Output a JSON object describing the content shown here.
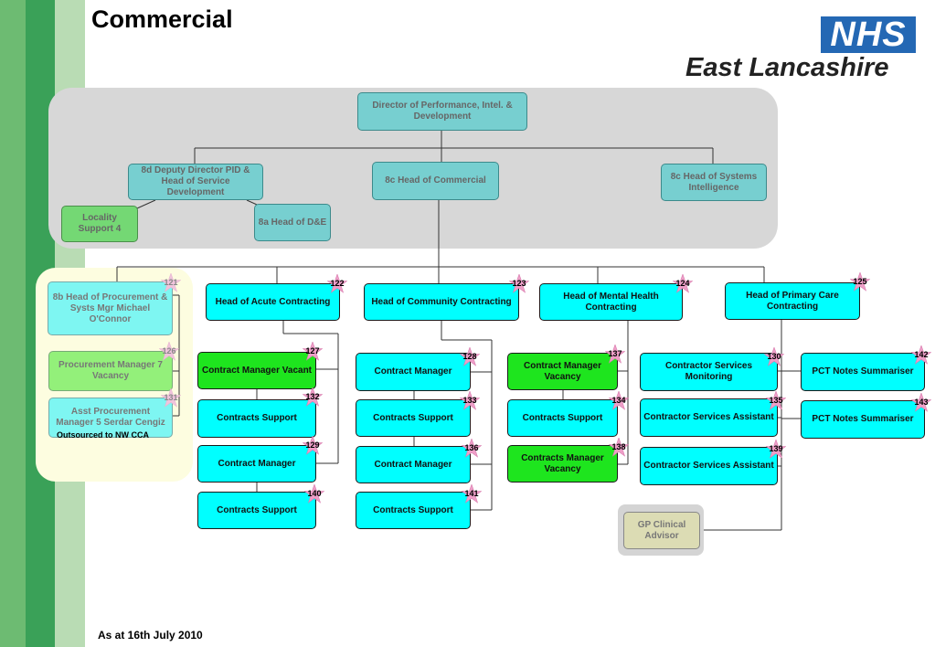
{
  "title": "Commercial",
  "footer": "As at 16th July 2010",
  "logo": {
    "nhs": "NHS",
    "org": "East Lancashire"
  },
  "outsourced_note": "Outsourced to NW CCA",
  "colors": {
    "teal": "#77cfd0",
    "cyan": "#00ffff",
    "green": "#1ee51e",
    "panel_grey": "#d7d7d7",
    "nhs_blue": "#2468b4"
  },
  "nodes": {
    "director": "Director of Performance, Intel. & Development",
    "deputy": "8d Deputy Director PID & Head of Service Development",
    "head_commercial": "8c Head of Commercial",
    "head_systems": "8c Head of Systems Intelligence",
    "locality": "Locality Support  4",
    "head_de": "8a Head of D&E",
    "head_procurement": "8b Head of Procurement & Systs Mgr            Michael O'Connor",
    "procurement_mgr": "Procurement Manager     7 Vacancy",
    "asst_procurement": "Asst Procurement Manager 5     Serdar Cengiz",
    "acute": "Head of Acute Contracting",
    "community": "Head of Community Contracting",
    "mental": "Head of Mental  Health Contracting",
    "primary": "Head of Primary Care Contracting",
    "a1": "Contract Manager Vacant",
    "a2": "Contracts Support",
    "a3": "Contract Manager",
    "a4": "Contracts Support",
    "c1": "Contract Manager",
    "c2": "Contracts Support",
    "c3": "Contract Manager",
    "c4": "Contracts Support",
    "m1": "Contract Manager Vacancy",
    "m2": "Contracts Support",
    "m3": "Contracts Manager Vacancy",
    "p1": "Contractor Services Monitoring",
    "p2": "Contractor Services Assistant",
    "p3": "Contractor Services Assistant",
    "p4": "PCT Notes Summariser",
    "p5": "PCT Notes Summariser",
    "gp": "GP Clinical Advisor"
  },
  "stars": {
    "s121": "121",
    "s126": "126",
    "s131": "131",
    "s122": "122",
    "s123": "123",
    "s124": "124",
    "s125": "125",
    "s127": "127",
    "s132": "132",
    "s129": "129",
    "s140": "140",
    "s128": "128",
    "s133": "133",
    "s136": "136",
    "s141": "141",
    "s137": "137",
    "s134": "134",
    "s138": "138",
    "s130": "130",
    "s135": "135",
    "s139": "139",
    "s142": "142",
    "s143": "143"
  }
}
